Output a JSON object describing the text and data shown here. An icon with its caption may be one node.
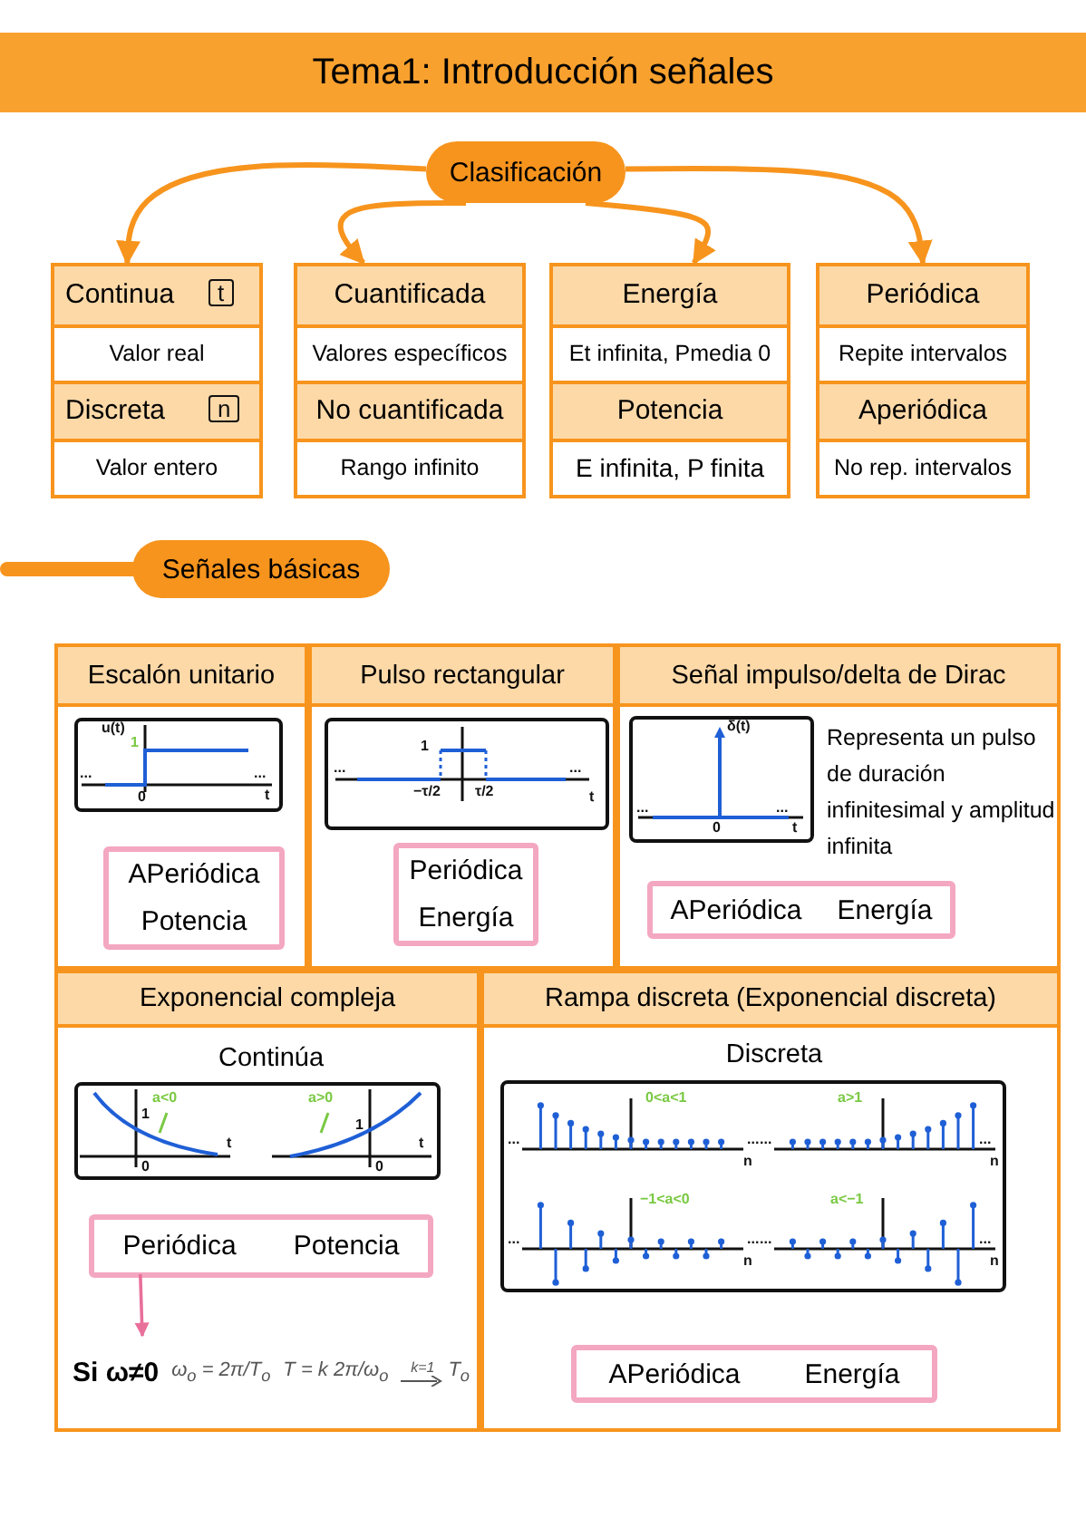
{
  "diagram": {
    "title": "Tema1: Introducción señales",
    "nodes": [
      {
        "text": [
          "Clasificación"
        ]
      },
      {
        "text": [
          "Continua",
          "Valor real",
          "Discreta",
          "Valor entero"
        ]
      },
      {
        "text": [
          "Cuantificada",
          "Valores específicos",
          "No cuantificada",
          "Rango infinito"
        ]
      },
      {
        "text": [
          "Energía",
          "Et infinita, Pmedia 0",
          "Potencia",
          "E infinita, P finita"
        ]
      },
      {
        "text": [
          "Periódica",
          "Repite intervalos",
          "Aperiódica",
          "No rep. intervalos"
        ]
      },
      {
        "text": [
          "Señales básicas"
        ]
      },
      {
        "text": [
          "Escalón unitario"
        ]
      },
      {
        "text": [
          "APeriódica",
          "Potencia"
        ],
        "in": 6
      },
      {
        "text": [
          "Pulso rectangular"
        ]
      },
      {
        "text": [
          "Periódica",
          "Energía"
        ],
        "in": 8
      },
      {
        "text": [
          "Señal impulso/delta de Dirac",
          "Representa un pulso de duración infinitesimal y amplitud infinita"
        ]
      },
      {
        "text": [
          "APeriódica",
          "Energía"
        ],
        "in": 10
      },
      {
        "text": [
          "Exponencial compleja",
          "Continúa"
        ]
      },
      {
        "text": [
          "Periódica",
          "Potencia"
        ],
        "in": 12
      },
      {
        "text": [
          "Rampa discreta (Exponencial discreta)",
          "Discreta"
        ]
      },
      {
        "text": [
          "APeriódica",
          "Energía"
        ],
        "in": 14
      },
      {
        "text": [
          "Si ω≠0",
          "ω$_{o}$ = 2π/T$_{o}$",
          "T = k 2π/ω$_{o}$",
          "k=1",
          "T$_{o}$"
        ],
        "in": 12
      }
    ],
    "edges": [
      {
        "from": 0,
        "to": 1,
        "arrow": "to"
      },
      {
        "from": 0,
        "to": 2,
        "arrow": "to"
      },
      {
        "from": 0,
        "to": 3,
        "arrow": "to"
      },
      {
        "from": 0,
        "to": 4,
        "arrow": "to"
      },
      {
        "from": 13,
        "to": 16,
        "arrow": "to",
        "color": "#e8709a"
      }
    ],
    "labels": [
      "t",
      "n",
      "u(t)",
      "1",
      "...",
      "...",
      "0",
      "t",
      "1",
      "...",
      "...",
      "−τ/2",
      "τ/2",
      "t",
      "δ(t)",
      "...",
      "...",
      "0",
      "t",
      "a<0",
      "1",
      "0",
      "t",
      "a>0",
      "1",
      "0",
      "t",
      "0<a<1",
      "...",
      "...",
      "n",
      "a>1",
      "...",
      "...",
      "n",
      "−1<a<0",
      "...",
      "...",
      "n",
      "a<−1",
      "...",
      "...",
      "n"
    ]
  }
}
